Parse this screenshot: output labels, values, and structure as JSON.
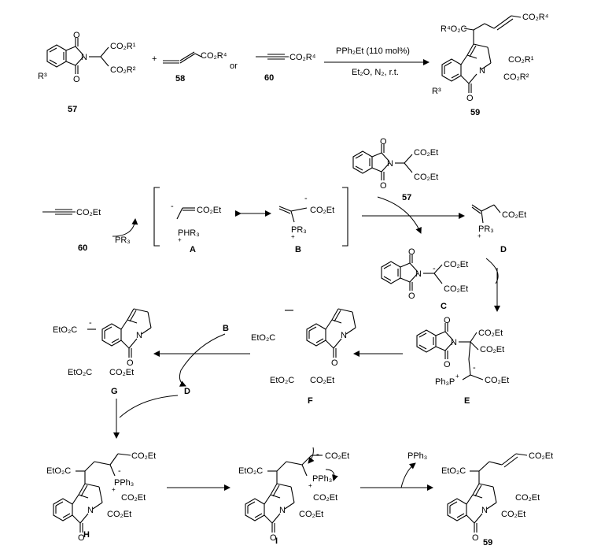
{
  "top": {
    "reactant_57": {
      "label": "57",
      "co2r1": "CO₂R¹",
      "co2r2": "CO₂R²",
      "r3": "R³",
      "o": "O",
      "n": "N"
    },
    "plus": "+",
    "allenoate": {
      "label": "58",
      "co2r4": "CO₂R⁴"
    },
    "or": "or",
    "alkynoate": {
      "label": "60",
      "co2r4": "CO₂R⁴"
    },
    "conditions_above": "PPh₂Et (110 mol%)",
    "conditions_below": "Et₂O, N₂, r.t.",
    "product_59": {
      "label": "59",
      "r4o2c": "R⁴O₂C",
      "co2r4": "CO₂R⁴",
      "co2r1": "CO₂R¹",
      "co2r2": "CO₂R²",
      "r3": "R³",
      "o": "O",
      "n": "N"
    }
  },
  "mechanism": {
    "s60": {
      "label": "60",
      "co2et": "CO₂Et",
      "reagent": "PR₃"
    },
    "A": {
      "label": "A",
      "co2et": "CO₂Et",
      "p": "PHR₃",
      "plus": "+",
      "minus": "-"
    },
    "B": {
      "label": "B",
      "co2et": "CO₂Et",
      "p": "PR₃",
      "plus": "+",
      "minus": "-"
    },
    "s57": {
      "label": "57",
      "co2et1": "CO₂Et",
      "co2et2": "CO₂Et",
      "o": "O",
      "n": "N"
    },
    "D": {
      "label": "D",
      "co2et": "CO₂Et",
      "p": "PR₃",
      "plus": "+"
    },
    "C": {
      "label": "C",
      "co2et1": "CO₂Et",
      "co2et2": "CO₂Et",
      "o": "O",
      "n": "N",
      "minus": "-"
    },
    "E": {
      "label": "E",
      "co2et1": "CO₂Et",
      "co2et2": "CO₂Et",
      "co2et3": "CO₂Et",
      "ph3p": "Ph₃P",
      "plus": "+",
      "minus": "-",
      "o": "O",
      "n": "N"
    },
    "F": {
      "label": "F",
      "eto2c": "EtO₂C",
      "eto2c2": "EtO₂C",
      "co2et": "CO₂Et",
      "o": "O",
      "n": "N"
    },
    "G": {
      "label": "G",
      "eto2c": "EtO₂C",
      "eto2c2": "EtO₂C",
      "co2et": "CO₂Et",
      "o": "O",
      "n": "N",
      "minus": "-"
    },
    "arrow_B": "B",
    "arrow_D": "D",
    "H": {
      "label": "H",
      "eto2c": "EtO₂C",
      "co2et1": "CO₂Et",
      "co2et2": "CO₂Et",
      "co2et3": "CO₂Et",
      "p": "PPh₃",
      "plus": "+",
      "minus": "-",
      "o": "O",
      "n": "N"
    },
    "I": {
      "label": "I",
      "eto2c": "EtO₂C",
      "co2et1": "CO₂Et",
      "co2et2": "CO₂Et",
      "co2et3": "CO₂Et",
      "p": "PPh₃",
      "plus": "+",
      "minus": "-",
      "o": "O",
      "n": "N"
    },
    "pph3": "PPh₃",
    "P59": {
      "label": "59",
      "eto2c": "EtO₂C",
      "co2et1": "CO₂Et",
      "co2et2": "CO₂Et",
      "co2et3": "CO₂Et",
      "o": "O",
      "n": "N"
    }
  }
}
